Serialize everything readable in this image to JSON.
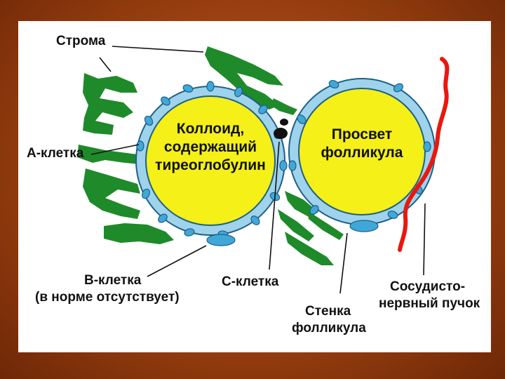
{
  "labels": {
    "stroma": "Строма",
    "a_cell": "А-клетка",
    "b_cell_line1": "В-клетка",
    "b_cell_line2": "(в норме отсутствует)",
    "c_cell": "С-клетка",
    "wall_line1": "Стенка",
    "wall_line2": "фолликула",
    "bundle_line1": "Сосудисто-",
    "bundle_line2": "нервный пучок",
    "colloid_line1": "Коллоид,",
    "colloid_line2": "содержащий",
    "colloid_line3": "тиреоглобулин",
    "lumen_line1": "Просвет",
    "lumen_line2": "фолликула"
  },
  "colors": {
    "stroma": "#1e8a2a",
    "colloid": "#f4f018",
    "wall": "#9fd3ec",
    "cell": "#3fa8d8",
    "vessel": "#e8180e",
    "slide_bg": "#ffffff"
  }
}
